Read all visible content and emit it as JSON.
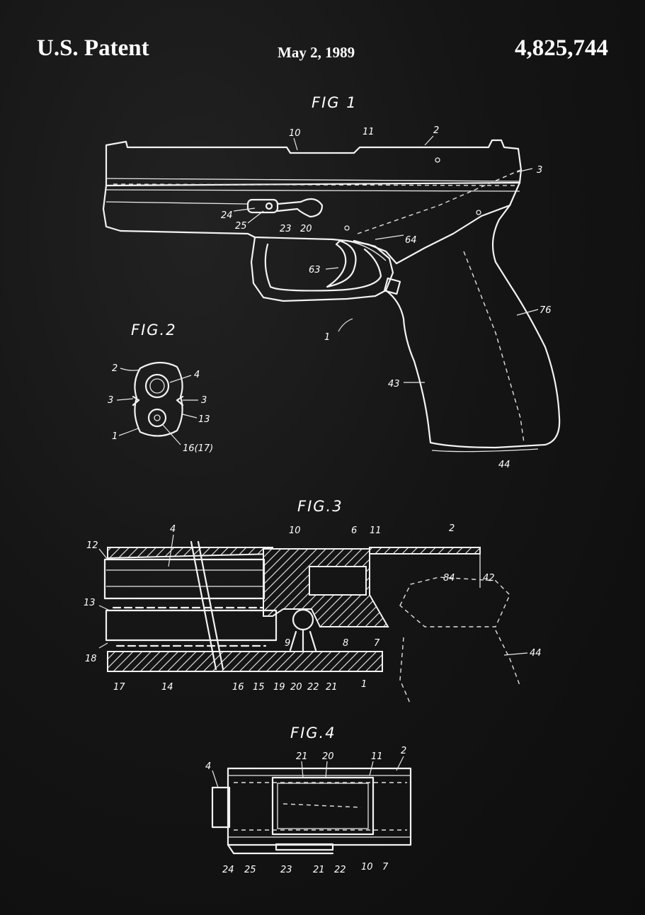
{
  "header": {
    "left": "U.S. Patent",
    "center": "May 2, 1989",
    "right": "4,825,744"
  },
  "figures": {
    "fig1": {
      "title": "FIG 1",
      "labels": [
        "10",
        "11",
        "2",
        "3",
        "24",
        "25",
        "23",
        "20",
        "64",
        "63",
        "76",
        "1",
        "43",
        "44"
      ]
    },
    "fig2": {
      "title": "FIG.2",
      "labels": [
        "2",
        "4",
        "3",
        "3",
        "13",
        "1",
        "16(17)"
      ]
    },
    "fig3": {
      "title": "FIG.3",
      "labels": [
        "12",
        "4",
        "10",
        "6",
        "11",
        "2",
        "84",
        "42",
        "13",
        "9",
        "8",
        "7",
        "44",
        "18",
        "17",
        "14",
        "16",
        "15",
        "19",
        "20",
        "22",
        "21",
        "1"
      ]
    },
    "fig4": {
      "title": "FIG.4",
      "labels": [
        "21",
        "20",
        "11",
        "2",
        "4",
        "24",
        "25",
        "23",
        "21",
        "22",
        "10",
        "7"
      ]
    }
  }
}
